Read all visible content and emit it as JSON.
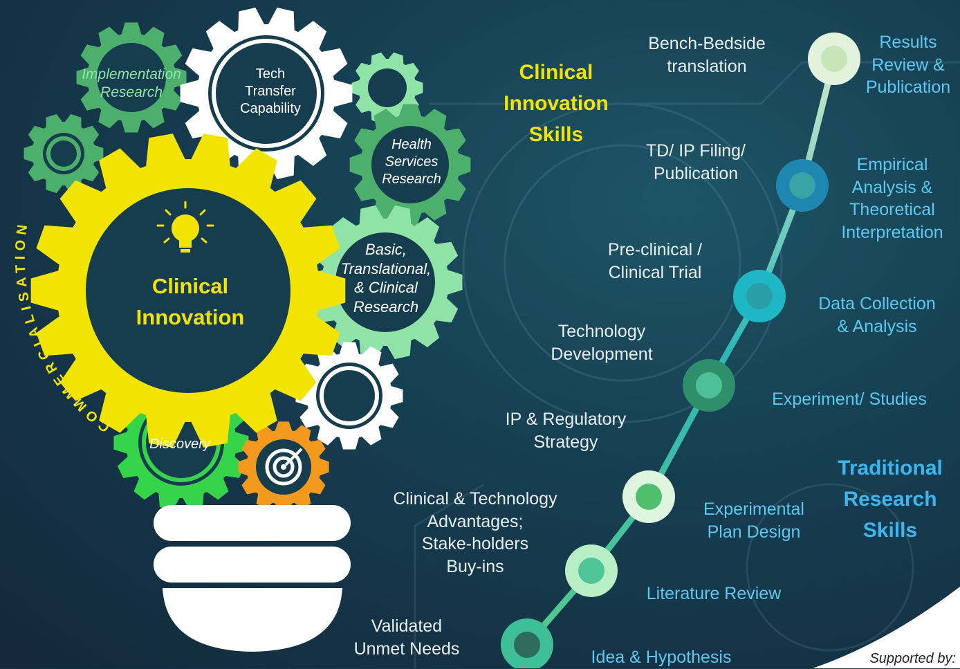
{
  "gears": {
    "implementation": "Implementation Research",
    "tech_transfer": [
      "Tech",
      "Transfer",
      "Capability"
    ],
    "health_services": [
      "Health",
      "Services",
      "Research"
    ],
    "basic": [
      "Basic,",
      "Translational,",
      "& Clinical",
      "Research"
    ],
    "main": [
      "Clinical",
      "Innovation"
    ],
    "discovery": "Discovery"
  },
  "commercialisation": "COMMERCIALISATION",
  "clinical_heading": [
    "Clinical",
    "Innovation",
    "Skills"
  ],
  "traditional_heading": [
    "Traditional",
    "Research",
    "Skills"
  ],
  "clinical_steps": [
    [
      "Bench-Bedside",
      "translation"
    ],
    [
      "TD/ IP Filing/",
      "Publication"
    ],
    [
      "Pre-clinical /",
      "Clinical Trial"
    ],
    [
      "Technology",
      "Development"
    ],
    [
      "IP & Regulatory",
      "Strategy"
    ],
    [
      "Clinical & Technology",
      "Advantages;",
      "Stake-holders",
      "Buy-ins"
    ],
    [
      "Validated",
      "Unmet Needs"
    ]
  ],
  "research_steps": [
    [
      "Results",
      "Review &",
      "Publication"
    ],
    [
      "Empirical",
      "Analysis &",
      "Theoretical",
      "Interpretation"
    ],
    [
      "Data Collection",
      "& Analysis"
    ],
    [
      "Experiment/ Studies"
    ],
    [
      "Experimental",
      "Plan Design"
    ],
    [
      "Literature Review"
    ],
    [
      "Idea & Hypothesis"
    ]
  ],
  "supported_by": "Supported by:",
  "colors": {
    "yellow": "#f3e400",
    "green_dark": "#4caf6c",
    "green_light": "#8fe3a6",
    "white": "#ffffff",
    "orange": "#f39a1e",
    "teal": "#1fb6c6",
    "blue": "#2a9bc1"
  }
}
